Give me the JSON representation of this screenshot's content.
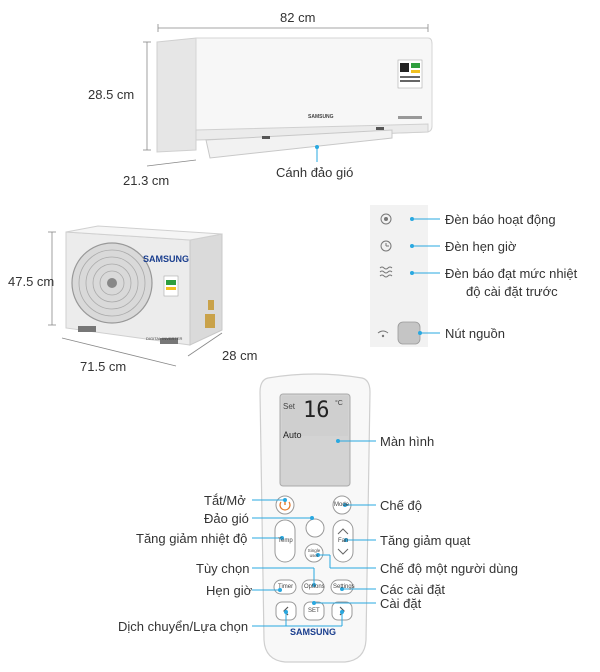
{
  "indoor": {
    "width": "82 cm",
    "height": "28.5 cm",
    "depth": "21.3 cm",
    "flap_label": "Cánh đảo gió",
    "brand": "SAMSUNG"
  },
  "outdoor": {
    "height": "47.5 cm",
    "width": "71.5 cm",
    "depth": "28 cm",
    "brand": "SAMSUNG",
    "badge": "DIGITAL INVERTER"
  },
  "panel": {
    "labels": [
      "Đèn báo hoạt động",
      "Đèn hẹn giờ",
      "Đèn báo đạt mức nhiệt",
      "độ cài đặt trước",
      "Nút nguồn"
    ]
  },
  "remote": {
    "screen": {
      "set": "Set",
      "temp": "16",
      "unit": "°C",
      "mode": "Auto"
    },
    "buttons": {
      "mode": "Mode",
      "temp": "Temp",
      "fan": "Fan",
      "single_user": "Single user",
      "timer": "Timer",
      "options": "Options",
      "settings": "Settings",
      "set": "SET"
    },
    "brand": "SAMSUNG",
    "labels": {
      "screen": "Màn hình",
      "power": "Tắt/Mở",
      "swing": "Đảo gió",
      "temp": "Tăng giảm nhiệt độ",
      "options": "Tùy chọn",
      "timer": "Hẹn giờ",
      "navigate": "Dịch chuyển/Lựa chọn",
      "mode": "Chế độ",
      "fan": "Tăng giảm quạt",
      "single_user": "Chế độ một người dùng",
      "settings": "Các cài đặt",
      "set": "Cài đặt"
    }
  }
}
